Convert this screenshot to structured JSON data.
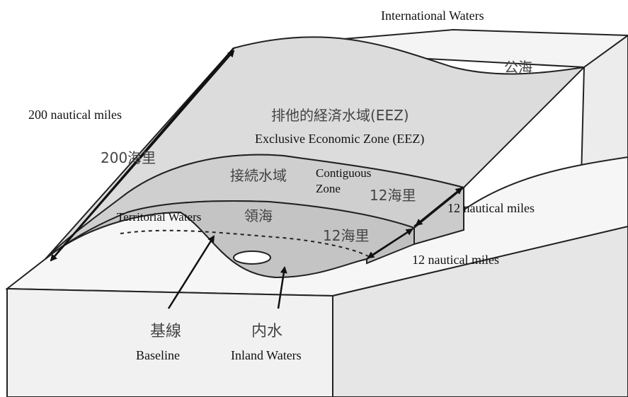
{
  "labels": {
    "international_waters": "International Waters",
    "high_seas_ja": "公海",
    "eez_ja": "排他的経済水域(EEZ)",
    "eez_en": "Exclusive Economic Zone (EEZ)",
    "nm200_en": "200 nautical miles",
    "nm200_ja": "200海里",
    "contiguous_ja": "接続水域",
    "contiguous_en_line1": "Contiguous",
    "contiguous_en_line2": "Zone",
    "nm12_ja_upper": "12海里",
    "nm12_en_upper": "12 nautical miles",
    "territorial_en": "Territorial Waters",
    "territorial_ja": "領海",
    "nm12_ja_lower": "12海里",
    "nm12_en_lower": "12 nautical miles",
    "baseline_ja": "基線",
    "baseline_en": "Baseline",
    "inland_ja": "内水",
    "inland_en": "Inland Waters"
  },
  "colors": {
    "land_face": "#f1f1f1",
    "land_top": "#f6f6f6",
    "sea_eez": "#dcdcdc",
    "sea_contiguous": "#cfcfcf",
    "sea_territorial": "#c4c4c4",
    "outline": "#222222"
  }
}
